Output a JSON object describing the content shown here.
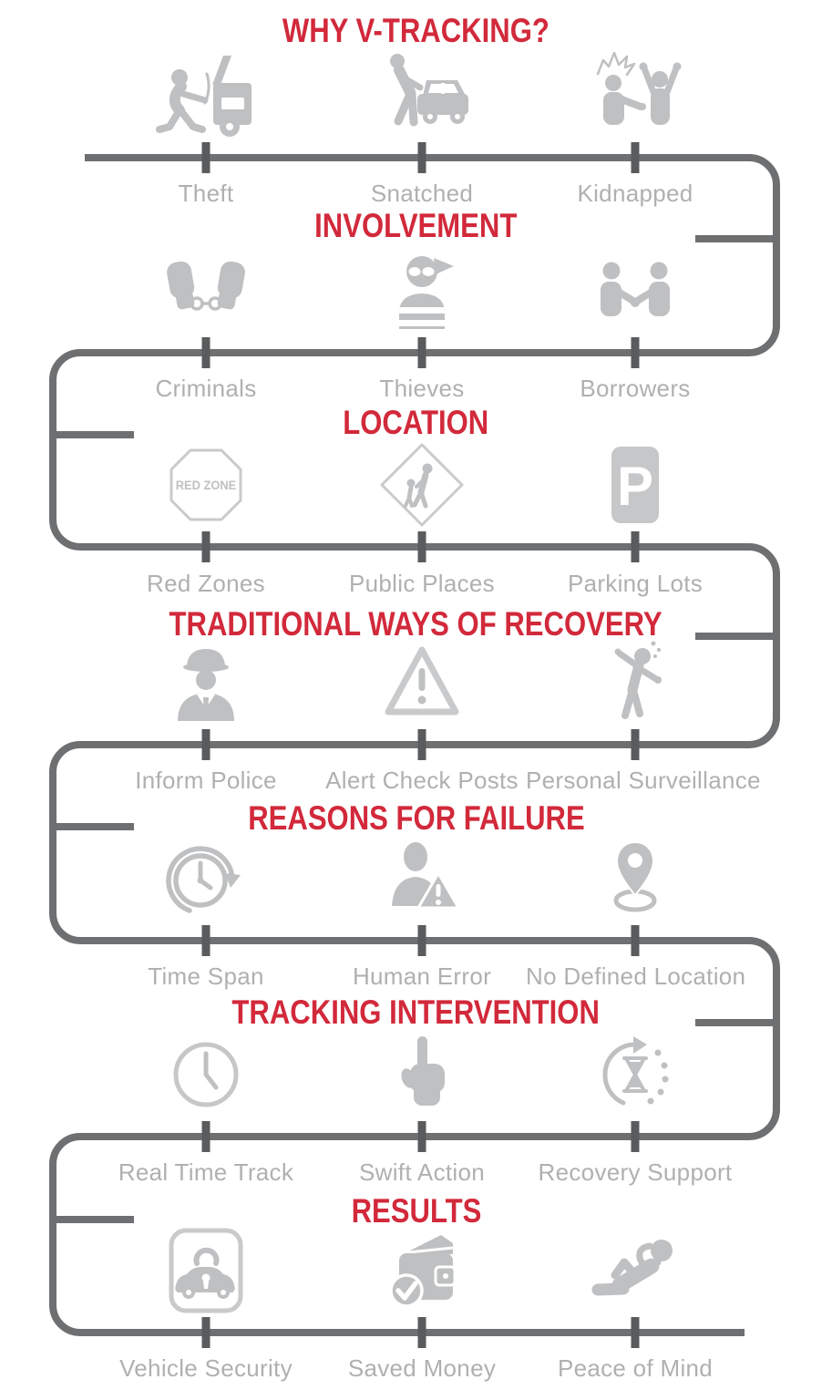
{
  "infographic": {
    "title": "WHY V-TRACKING?",
    "colors": {
      "accent_red": "#D2293B",
      "flow_line_gray": "#6E6F71",
      "tick_gray": "#5A5B5D",
      "icon_gray": "#BFC0C2",
      "label_gray": "#AFB0B2"
    },
    "sections": [
      {
        "title": "WHY V-TRACKING?",
        "items": [
          {
            "label": "Theft",
            "icon": "car-break-in-icon"
          },
          {
            "label": "Snatched",
            "icon": "car-snatch-icon"
          },
          {
            "label": "Kidnapped",
            "icon": "kidnap-holdup-icon"
          }
        ]
      },
      {
        "title": "INVOLVEMENT",
        "items": [
          {
            "label": "Criminals",
            "icon": "handcuffed-fists-icon"
          },
          {
            "label": "Thieves",
            "icon": "burglar-icon"
          },
          {
            "label": "Borrowers",
            "icon": "handshake-people-icon"
          }
        ]
      },
      {
        "title": "LOCATION",
        "items": [
          {
            "label": "Red Zones",
            "icon": "red-zone-sign-icon",
            "sign_text": "RED ZONE"
          },
          {
            "label": "Public Places",
            "icon": "pedestrian-crossing-sign-icon"
          },
          {
            "label": "Parking Lots",
            "icon": "parking-sign-icon",
            "sign_text": "P"
          }
        ]
      },
      {
        "title": "TRADITIONAL WAYS OF RECOVERY",
        "items": [
          {
            "label": "Inform Police",
            "icon": "police-officer-icon"
          },
          {
            "label": "Alert Check Posts",
            "icon": "warning-triangle-icon"
          },
          {
            "label": "Personal Surveillance",
            "icon": "lookout-person-icon"
          }
        ]
      },
      {
        "title": "REASONS FOR FAILURE",
        "items": [
          {
            "label": "Time Span",
            "icon": "clock-time-loop-icon"
          },
          {
            "label": "Human Error",
            "icon": "person-warning-icon"
          },
          {
            "label": "No Defined Location",
            "icon": "location-pin-icon"
          }
        ]
      },
      {
        "title": "TRACKING INTERVENTION",
        "items": [
          {
            "label": "Real Time Track",
            "icon": "clock-outline-icon"
          },
          {
            "label": "Swift Action",
            "icon": "pointing-hand-icon"
          },
          {
            "label": "Recovery Support",
            "icon": "hourglass-refresh-icon"
          }
        ]
      },
      {
        "title": "RESULTS",
        "items": [
          {
            "label": "Vehicle Security",
            "icon": "car-lock-icon"
          },
          {
            "label": "Saved Money",
            "icon": "wallet-check-icon"
          },
          {
            "label": "Peace of Mind",
            "icon": "relaxing-person-icon"
          }
        ]
      }
    ]
  }
}
